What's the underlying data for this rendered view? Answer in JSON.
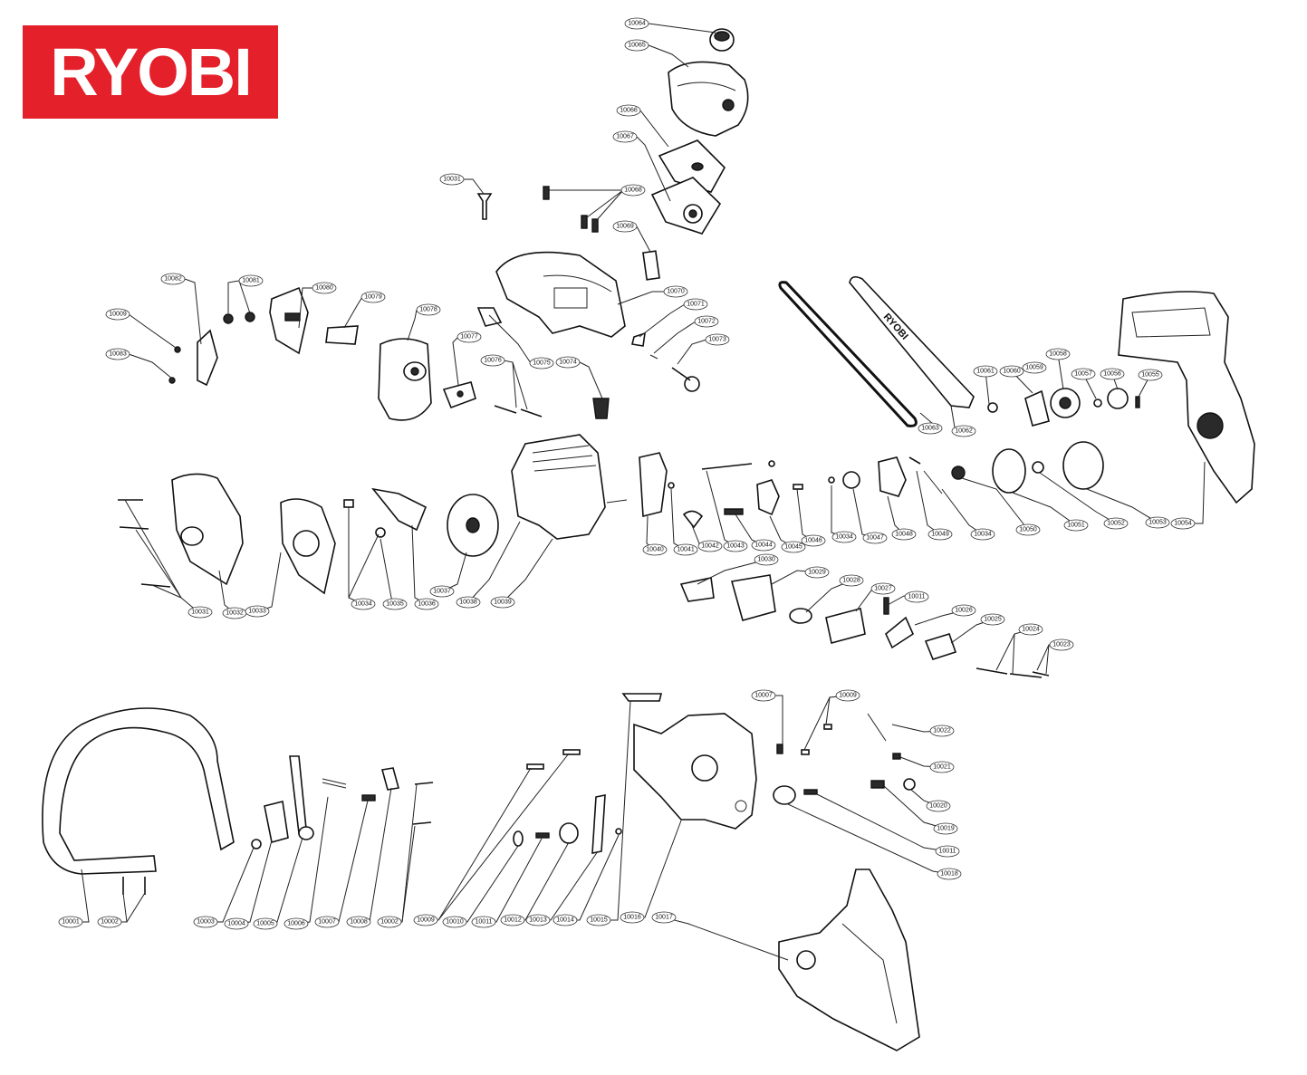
{
  "brand": {
    "name": "RYOBI",
    "color": "#e4202b"
  },
  "labels": {
    "p10064": "10064",
    "p10065": "10065",
    "p10066": "10066",
    "p10067": "10067",
    "p10068": "10068",
    "p10069": "10069",
    "p10031a": "10031",
    "p10082": "10082",
    "p10081": "10081",
    "p10080": "10080",
    "p10079": "10079",
    "p10078": "10078",
    "p10077": "10077",
    "p10076": "10076",
    "p10075": "10075",
    "p10074": "10074",
    "p10070": "10070",
    "p10071": "10071",
    "p10072": "10072",
    "p10073": "10073",
    "p10009a": "10009",
    "p10083": "10083",
    "p10061": "10061",
    "p10060": "10060",
    "p10059": "10059",
    "p10058": "10058",
    "p10057": "10057",
    "p10056": "10056",
    "p10055": "10055",
    "p10063": "10063",
    "p10062": "10062",
    "p10031b": "10031",
    "p10032": "10032",
    "p10033": "10033",
    "p10034a": "10034",
    "p10035": "10035",
    "p10036": "10036",
    "p10037": "10037",
    "p10038": "10038",
    "p10039": "10039",
    "p10040": "10040",
    "p10041": "10041",
    "p10042": "10042",
    "p10043": "10043",
    "p10044": "10044",
    "p10045": "10045",
    "p10046": "10046",
    "p10034b": "10034",
    "p10047": "10047",
    "p10048": "10048",
    "p10049": "10049",
    "p10034c": "10034",
    "p10050": "10050",
    "p10051": "10051",
    "p10052": "10052",
    "p10053": "10053",
    "p10054": "10054",
    "p10030": "10030",
    "p10029": "10029",
    "p10028": "10028",
    "p10027": "10027",
    "p10011a": "10011",
    "p10026": "10026",
    "p10025": "10025",
    "p10024": "10024",
    "p10023": "10023",
    "p10007a": "10007",
    "p10009b": "10009",
    "p10022": "10022",
    "p10021": "10021",
    "p10020": "10020",
    "p10019": "10019",
    "p10011b": "10011",
    "p10018": "10018",
    "p10001": "10001",
    "p10002a": "10002",
    "p10003": "10003",
    "p10004": "10004",
    "p10005": "10005",
    "p10006": "10006",
    "p10007b": "10007",
    "p10008": "10008",
    "p10002b": "10002",
    "p10009c": "10009",
    "p10010": "10010",
    "p10011c": "10011",
    "p10012": "10012",
    "p10013": "10013",
    "p10014": "10014",
    "p10015": "10015",
    "p10016": "10016",
    "p10017": "10017"
  }
}
